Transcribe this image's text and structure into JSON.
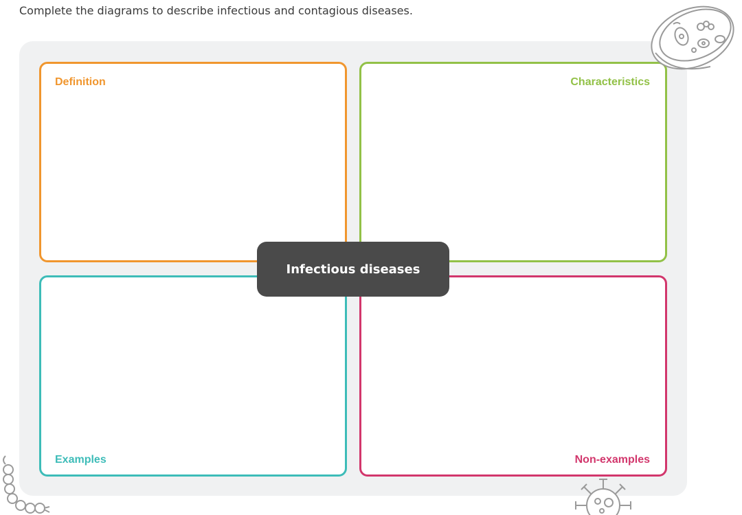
{
  "instruction": "Complete the diagrams to describe infectious and contagious diseases.",
  "center": {
    "label": "Infectious diseases",
    "color": "#4a4a4a"
  },
  "boxes": {
    "definition": {
      "label": "Definition",
      "color": "#f0962e"
    },
    "characteristics": {
      "label": "Characteristics",
      "color": "#92c147"
    },
    "examples": {
      "label": "Examples",
      "color": "#3dbcb8"
    },
    "non_examples": {
      "label": "Non-examples",
      "color": "#d2366c"
    }
  },
  "decorations": {
    "top_right": "petri-dish-icon",
    "bottom_left": "bacteria-chain-icon",
    "bottom_right": "virus-icon"
  }
}
